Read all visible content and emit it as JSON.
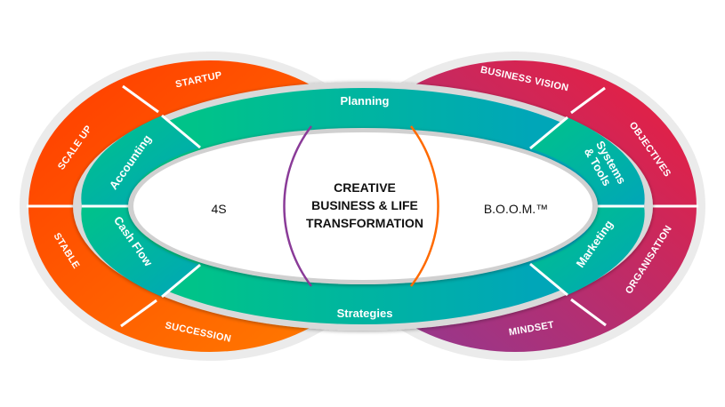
{
  "title": [
    "CREATIVE",
    "BUSINESS & LIFE",
    "TRANSFORMATION"
  ],
  "left_label": "4S",
  "right_label": "B.O.O.M.™",
  "orange_ring": [
    "STARTUP",
    "SCALE UP",
    "STABLE",
    "SUCCESSION"
  ],
  "magenta_ring": [
    "BUSINESS VISION",
    "OBJECTIVES",
    "ORGANISATION",
    "MINDSET"
  ],
  "green_ring": {
    "top": "Planning",
    "bottom": "Strategies",
    "left": [
      "Accounting",
      "Cash Flow"
    ],
    "right": [
      "Systems",
      "& Tools",
      "Marketing"
    ]
  },
  "colors": {
    "orange_start": "#ff3a00",
    "orange_end": "#ff7f00",
    "magenta_start": "#8a3b98",
    "magenta_end": "#ee1d3b",
    "green": "#00c389",
    "teal": "#00a6b8"
  }
}
